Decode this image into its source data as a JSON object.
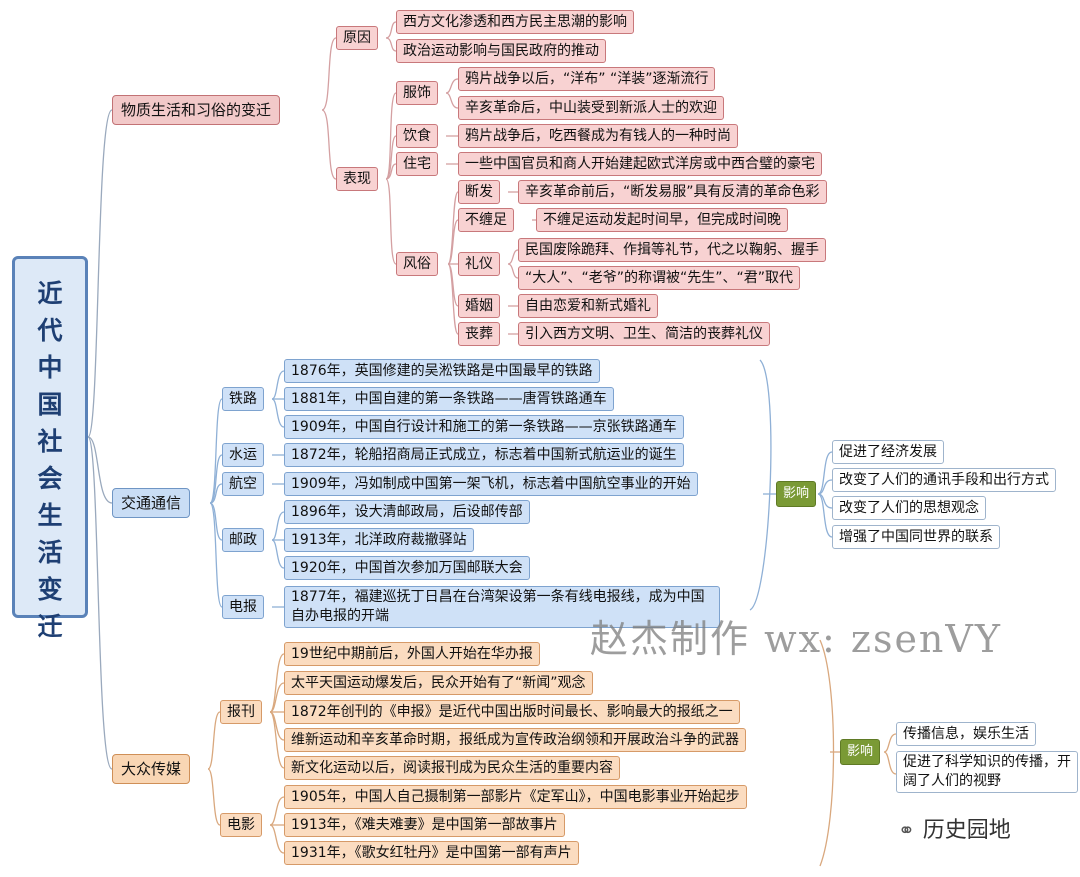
{
  "root": {
    "title_chars": [
      "近",
      "代",
      "中",
      "国",
      "社",
      "会",
      "生",
      "活",
      "变",
      "迁"
    ]
  },
  "colors": {
    "material": "#f2c9c9",
    "transport": "#c9ddf5",
    "media": "#f9d6b4",
    "impact_tag": "#7a9a35",
    "root_border": "#5a82b8"
  },
  "branches": {
    "material": {
      "label": "物质生活和习俗的变迁",
      "reason": {
        "label": "原因",
        "items": [
          "西方文化渗透和西方民主思潮的影响",
          "政治运动影响与国民政府的推动"
        ]
      },
      "performance": {
        "label": "表现",
        "clothing": {
          "label": "服饰",
          "items": [
            "鸦片战争以后，“洋布” “洋装”逐渐流行",
            "辛亥革命后，中山装受到新派人士的欢迎"
          ]
        },
        "food": {
          "label": "饮食",
          "items": [
            "鸦片战争后，吃西餐成为有钱人的一种时尚"
          ]
        },
        "housing": {
          "label": "住宅",
          "items": [
            "一些中国官员和商人开始建起欧式洋房或中西合璧的豪宅"
          ]
        },
        "customs": {
          "label": "风俗",
          "haircut": {
            "label": "断发",
            "items": [
              "辛亥革命前后，“断发易服”具有反清的革命色彩"
            ]
          },
          "footbinding": {
            "label": "不缠足",
            "items": [
              "不缠足运动发起时间早，但完成时间晚"
            ]
          },
          "etiquette": {
            "label": "礼仪",
            "items": [
              "民国废除跪拜、作揖等礼节，代之以鞠躬、握手",
              "“大人”、“老爷”的称谓被“先生”、“君”取代"
            ]
          },
          "marriage": {
            "label": "婚姻",
            "items": [
              "自由恋爱和新式婚礼"
            ]
          },
          "funeral": {
            "label": "丧葬",
            "items": [
              "引入西方文明、卫生、简洁的丧葬礼仪"
            ]
          }
        }
      }
    },
    "transport": {
      "label": "交通通信",
      "railway": {
        "label": "铁路",
        "items": [
          "1876年，英国修建的吴淞铁路是中国最早的铁路",
          "1881年，中国自建的第一条铁路——唐胥铁路通车",
          "1909年，中国自行设计和施工的第一条铁路——京张铁路通车"
        ]
      },
      "shipping": {
        "label": "水运",
        "items": [
          "1872年，轮船招商局正式成立，标志着中国新式航运业的诞生"
        ]
      },
      "aviation": {
        "label": "航空",
        "items": [
          "1909年，冯如制成中国第一架飞机，标志着中国航空事业的开始"
        ]
      },
      "postal": {
        "label": "邮政",
        "items": [
          "1896年，设大清邮政局，后设邮传部",
          "1913年，北洋政府裁撤驿站",
          "1920年，中国首次参加万国邮联大会"
        ]
      },
      "telegraph": {
        "label": "电报",
        "items": [
          "1877年，福建巡抚丁日昌在台湾架设第一条有线电报线，成为中国自办电报的开端"
        ]
      },
      "impact": {
        "label": "影响",
        "items": [
          "促进了经济发展",
          "改变了人们的通讯手段和出行方式",
          "改变了人们的思想观念",
          "增强了中国同世界的联系"
        ]
      }
    },
    "media": {
      "label": "大众传媒",
      "newspaper": {
        "label": "报刊",
        "items": [
          "19世纪中期前后，外国人开始在华办报",
          "太平天国运动爆发后，民众开始有了“新闻”观念",
          "1872年创刊的《申报》是近代中国出版时间最长、影响最大的报纸之一",
          "维新运动和辛亥革命时期，报纸成为宣传政治纲领和开展政治斗争的武器",
          "新文化运动以后，阅读报刊成为民众生活的重要内容"
        ]
      },
      "film": {
        "label": "电影",
        "items": [
          "1905年，中国人自己摄制第一部影片《定军山》，中国电影事业开始起步",
          "1913年，《难夫难妻》是中国第一部故事片",
          "1931年，《歌女红牡丹》是中国第一部有声片"
        ]
      },
      "impact": {
        "label": "影响",
        "items": [
          "传播信息，娱乐生活",
          "促进了科学知识的传播，开阔了人们的视野"
        ]
      }
    }
  },
  "watermark": "赵杰制作 wx: zsenVY",
  "logo": {
    "icon": "wechat-icon",
    "text": "历史园地"
  }
}
